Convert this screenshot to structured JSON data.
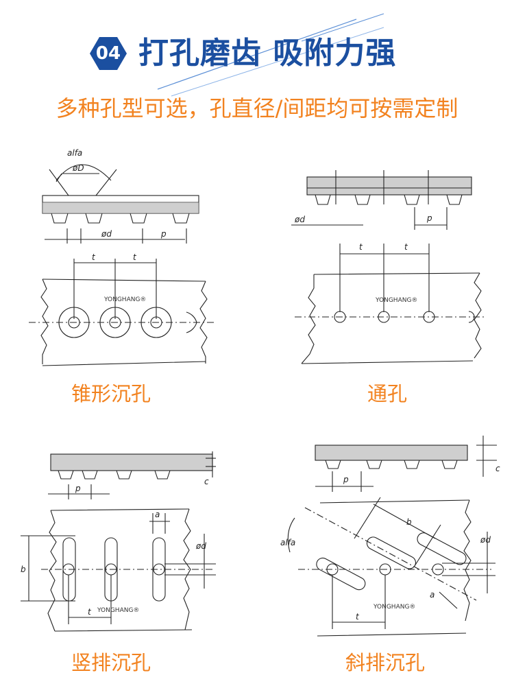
{
  "header": {
    "badge_number": "04",
    "title": "打孔磨齿 吸附力强",
    "subtitle": "多种孔型可选，孔直径/间距均可按需定制",
    "accent_color": "#1b4fa0",
    "highlight_color": "#f2821f"
  },
  "diagrams": {
    "countersunk": {
      "caption": "锥形沉孔",
      "labels": {
        "angle": "alfa",
        "big_dia": "øD",
        "dia": "ød",
        "pitch": "p",
        "spacing1": "t",
        "spacing2": "t"
      },
      "brand": "YONGHANG®"
    },
    "through": {
      "caption": "通孔",
      "labels": {
        "dia": "ød",
        "pitch": "p",
        "spacing1": "t",
        "spacing2": "t"
      },
      "brand": "YONGHANG®"
    },
    "vertical_slot": {
      "caption": "竖排沉孔",
      "labels": {
        "pitch": "p",
        "thickness": "c",
        "width": "a",
        "length": "b",
        "dia": "ød",
        "spacing": "t"
      },
      "brand": "YONGHANG®"
    },
    "oblique_slot": {
      "caption": "斜排沉孔",
      "labels": {
        "pitch": "p",
        "thickness": "c",
        "angle": "alfa",
        "length": "b",
        "dia": "ød",
        "width": "a",
        "spacing": "t"
      },
      "brand": "YONGHANG®"
    }
  }
}
